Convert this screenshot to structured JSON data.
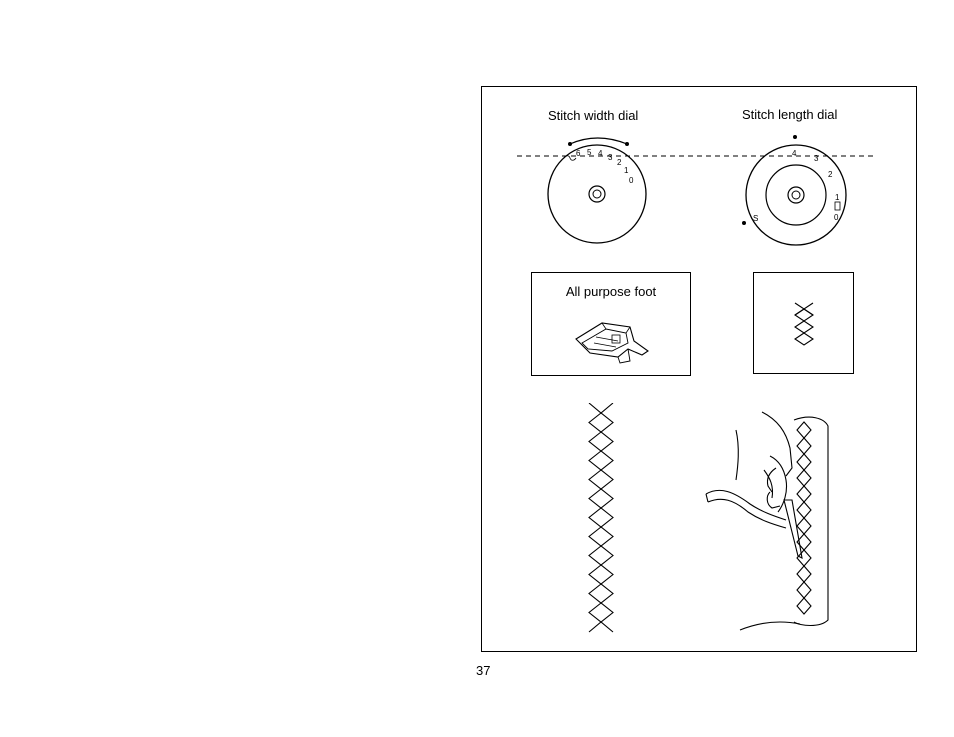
{
  "page": {
    "number": "37",
    "width_dial": {
      "label": "Stitch width dial",
      "numbers": [
        "6",
        "5",
        "4",
        "3",
        "2",
        "1",
        "0"
      ]
    },
    "length_dial": {
      "label": "Stitch length dial",
      "numbers": [
        "4",
        "3",
        "2",
        "1",
        "0",
        "S"
      ]
    },
    "foot_box": {
      "label": "All purpose foot"
    }
  }
}
